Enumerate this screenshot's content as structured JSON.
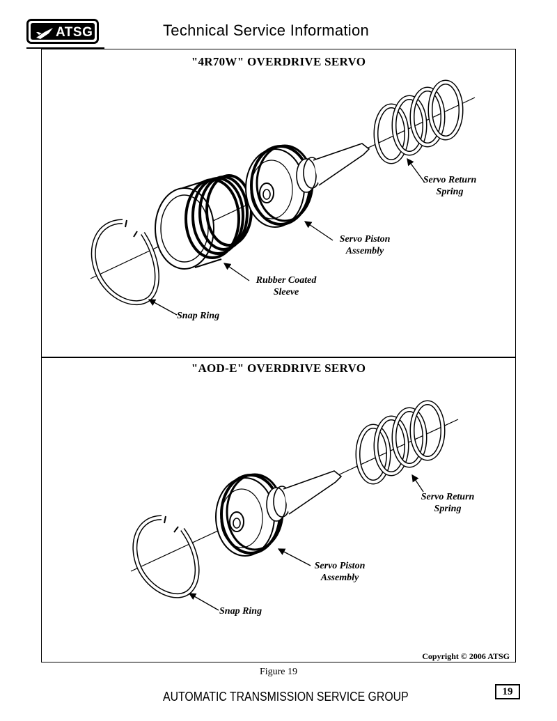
{
  "header": {
    "logo_text": "ATSG",
    "title": "Technical Service Information"
  },
  "panels": [
    {
      "title": "\"4R70W\"  OVERDRIVE SERVO",
      "labels": {
        "servo_return_spring": [
          "Servo Return",
          "Spring"
        ],
        "servo_piston_assembly": [
          "Servo Piston",
          "Assembly"
        ],
        "rubber_coated_sleeve": [
          "Rubber Coated",
          "Sleeve"
        ],
        "snap_ring": "Snap Ring"
      }
    },
    {
      "title": "\"AOD-E\"  OVERDRIVE SERVO",
      "labels": {
        "servo_return_spring": [
          "Servo Return",
          "Spring"
        ],
        "servo_piston_assembly": [
          "Servo Piston",
          "Assembly"
        ],
        "snap_ring": "Snap Ring"
      }
    }
  ],
  "copyright": "Copyright © 2006 ATSG",
  "figure_caption": "Figure 19",
  "footer": {
    "title": "AUTOMATIC TRANSMISSION SERVICE GROUP",
    "page_number": "19"
  }
}
